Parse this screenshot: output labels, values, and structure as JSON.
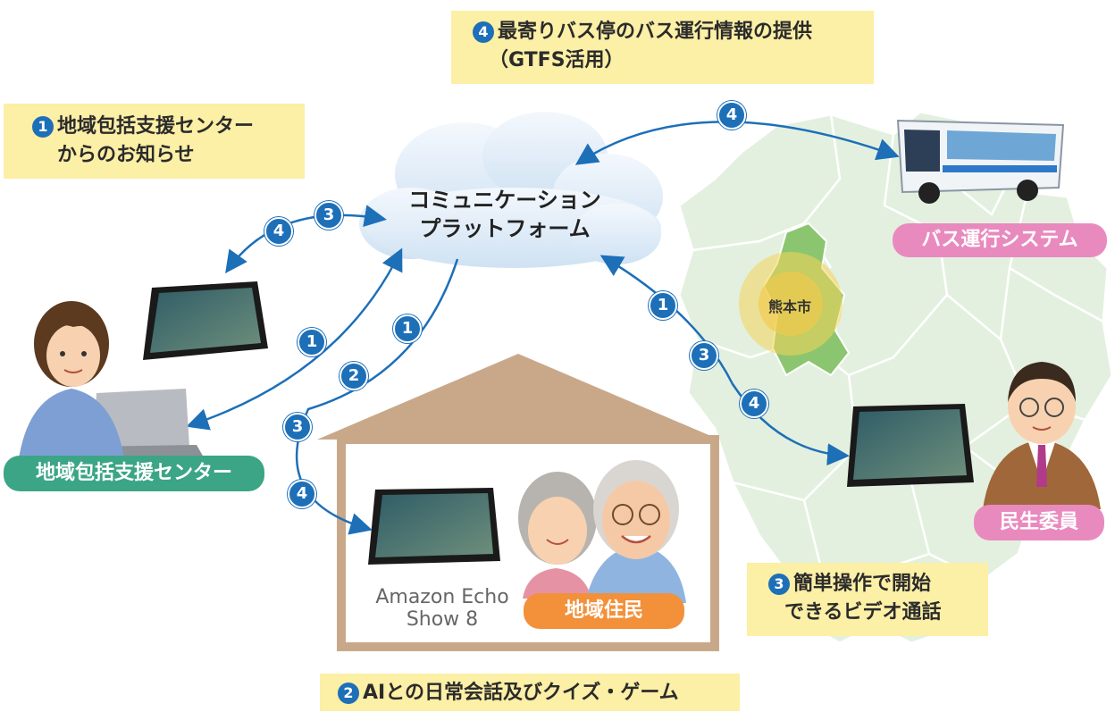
{
  "callouts": {
    "bus_info": {
      "num": "4",
      "line1": "最寄りバス停のバス運行情報の提供",
      "line2": "（GTFS活用）"
    },
    "center_notice": {
      "num": "1",
      "line1": "地域包括支援センター",
      "line2": "からのお知らせ"
    },
    "video_call": {
      "num": "3",
      "line1": "簡単操作で開始",
      "line2": "できるビデオ通話"
    },
    "ai_chat": {
      "num": "2",
      "line1": "AIとの日常会話及びクイズ・ゲーム"
    }
  },
  "cloud": {
    "line1": "コミュニケーション",
    "line2": "プラットフォーム"
  },
  "labels": {
    "bus_system": "バス運行システム",
    "support_center": "地域包括支援センター",
    "welfare_commissioner": "民生委員",
    "residents": "地域住民",
    "city": "熊本市",
    "device_line1": "Amazon Echo",
    "device_line2": "Show 8"
  },
  "badges": {
    "b4_bus": "4",
    "b3_top": "3",
    "b4_top": "4",
    "b1_left": "1",
    "b1_mid": "1",
    "b2_mid": "2",
    "b3_left": "3",
    "b4_left": "4",
    "b1_right": "1",
    "b3_right": "3",
    "b4_right": "4"
  },
  "colors": {
    "arrow": "#1d6fb8",
    "callout_bg": "#fcefa6",
    "pink_label": "#e98abf",
    "green_label": "#3ba585",
    "orange_label": "#f3903a",
    "map_green": "#e3f0df",
    "house": "#c9a88a"
  }
}
